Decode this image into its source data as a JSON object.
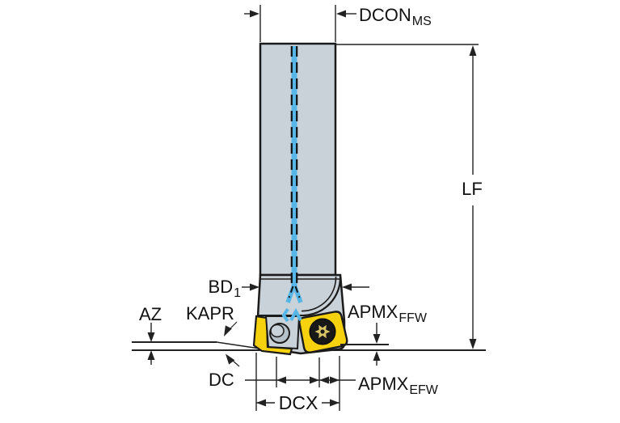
{
  "diagram": {
    "type": "technical-dimension-drawing",
    "subject": "indexable insert end mill, side view with dimension callouts",
    "labels": {
      "dcon": {
        "text": "DCON",
        "sub": "MS"
      },
      "lf": {
        "text": "LF",
        "sub": ""
      },
      "bd1": {
        "text": "BD",
        "sub": "1"
      },
      "az": {
        "text": "AZ",
        "sub": ""
      },
      "kapr": {
        "text": "KAPR",
        "sub": ""
      },
      "apmx_ffw": {
        "text": "APMX",
        "sub": "FFW"
      },
      "dc": {
        "text": "DC",
        "sub": ""
      },
      "apmx_efw": {
        "text": "APMX",
        "sub": "EFW"
      },
      "dcx": {
        "text": "DCX",
        "sub": ""
      }
    },
    "colors": {
      "background": "#ffffff",
      "body_fill": "#c9d2d9",
      "outline": "#1a1a1a",
      "coolant_blue": "#56b6e7",
      "insert_yellow": "#f6d10e",
      "screw_dark": "#181818",
      "screw_star": "#d9c565",
      "hole_fill": "#b6c0c8",
      "dimension_line": "#222222",
      "text": "#111111"
    }
  }
}
